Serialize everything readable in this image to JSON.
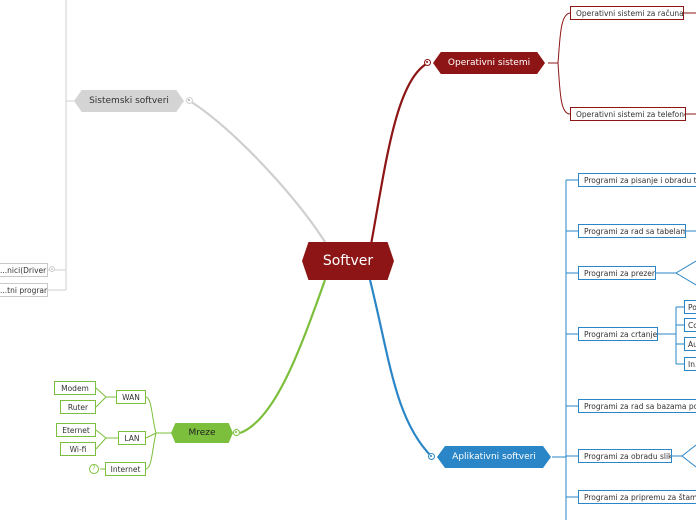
{
  "root": {
    "label": "Softver",
    "color": "#8d1515"
  },
  "branches": {
    "os": {
      "label": "Operativni sistemi",
      "color": "#8d1515",
      "items": [
        "Operativni sistemi za računare",
        "Operativni sistemi za telefone"
      ]
    },
    "system": {
      "label": "Sistemski softveri",
      "color": "#cccccc",
      "items": [
        "...nici(Driver)",
        "...tni programi"
      ]
    },
    "app": {
      "label": "Aplikativni softveri",
      "color": "#2a86c6",
      "items": [
        "Programi za pisanje i obradu tek...",
        "Programi za rad sa tabelama",
        "Programi za prezentacije",
        "Programi za crtanje",
        "Programi za rad sa bazama pod...",
        "Programi za obradu slika",
        "Programi za pripremu za štampu"
      ],
      "crtanje_children": [
        "Po...",
        "Co...",
        "Au...",
        "In..."
      ]
    },
    "net": {
      "label": "Mreze",
      "color": "#7cbf3c",
      "groups": [
        {
          "label": "WAN",
          "children": [
            "Modem",
            "Ruter"
          ]
        },
        {
          "label": "LAN",
          "children": [
            "Eternet",
            "Wi-fi"
          ]
        },
        {
          "label": "Internet",
          "children": []
        }
      ],
      "note_badge": "?"
    }
  }
}
